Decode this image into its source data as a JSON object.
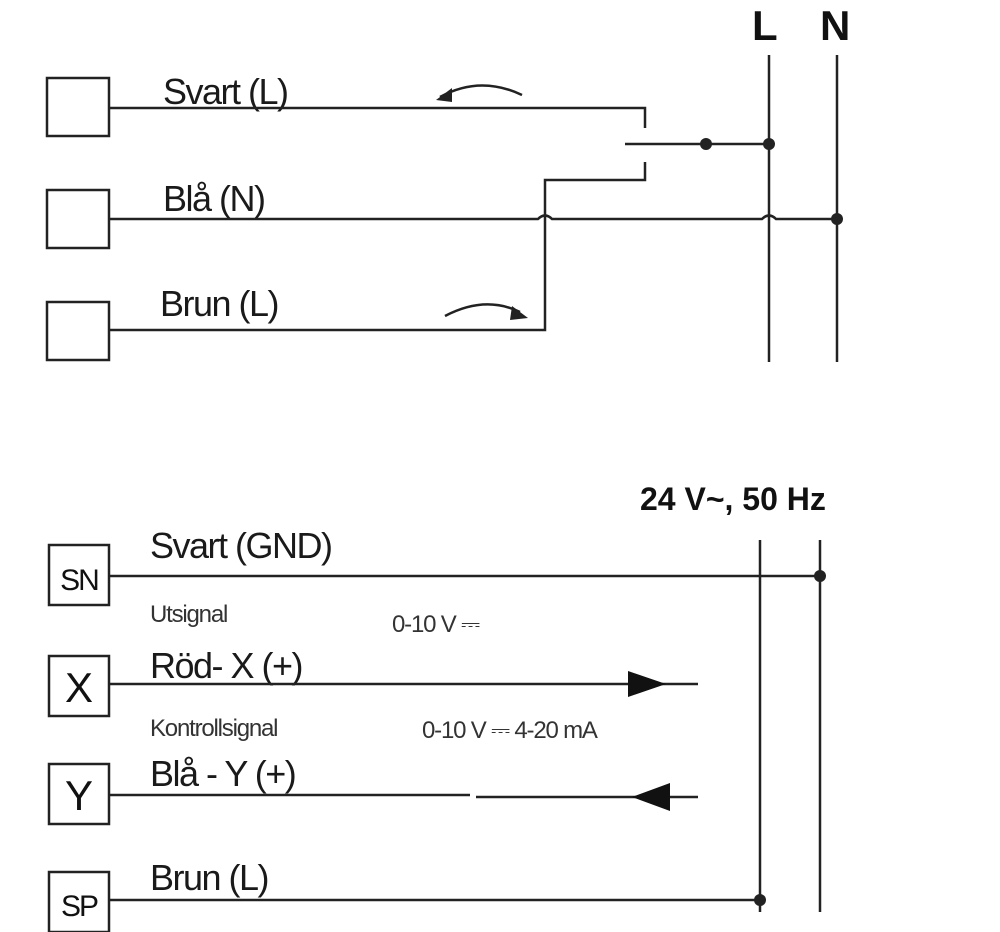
{
  "top": {
    "rail_labels": {
      "L": "L",
      "N": "N"
    },
    "wires": [
      {
        "id": "black",
        "label": "Svart (L)"
      },
      {
        "id": "blue",
        "label": "Blå (N)"
      },
      {
        "id": "brown",
        "label": "Brun (L)"
      }
    ]
  },
  "bottom": {
    "supply_label": "24 V~, 50 Hz",
    "terminals": [
      {
        "id": "sn",
        "name": "SN",
        "wire_label": "Svart (GND)"
      },
      {
        "id": "x",
        "name": "X",
        "wire_label": "Röd- X (+)",
        "sub_label": "Utsignal",
        "signal": "0-10 V ⎓"
      },
      {
        "id": "y",
        "name": "Y",
        "wire_label": "Blå - Y (+)",
        "sub_label": "Kontrollsignal",
        "signal": "0-10 V ⎓  4-20 mA"
      },
      {
        "id": "sp",
        "name": "SP",
        "wire_label": "Brun (L)"
      }
    ]
  }
}
